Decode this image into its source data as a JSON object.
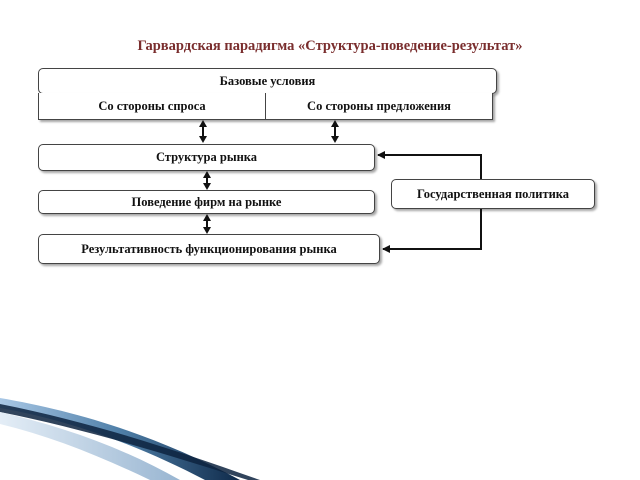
{
  "title": "Гарвардская парадигма «Структура-поведение-результат»",
  "diagram": {
    "base_conditions": "Базовые условия",
    "demand_side": "Со стороны спроса",
    "supply_side": "Со стороны предложения",
    "market_structure": "Структура рынка",
    "firm_behavior": "Поведение фирм на рынке",
    "market_performance": "Результативность  функционирования рынка",
    "state_policy": "Государственная политика"
  },
  "colors": {
    "title": "#7a2e2e",
    "border": "#444444",
    "connector": "#111111"
  }
}
